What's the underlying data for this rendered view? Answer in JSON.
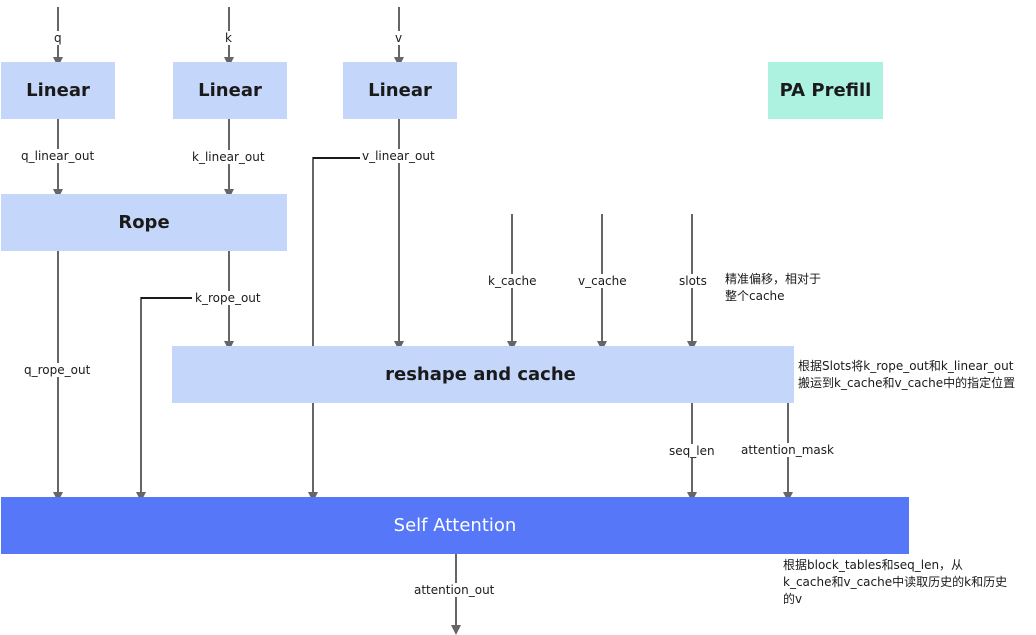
{
  "inputs": {
    "q": "q",
    "k": "k",
    "v": "v"
  },
  "boxes": {
    "linear_q": "Linear",
    "linear_k": "Linear",
    "linear_v": "Linear",
    "pa_prefill": "PA Prefill",
    "rope": "Rope",
    "reshape_cache": "reshape and cache",
    "self_attention": "Self Attention"
  },
  "edge_labels": {
    "q_linear_out": "q_linear_out",
    "k_linear_out": "k_linear_out",
    "v_linear_out": "v_linear_out",
    "k_cache": "k_cache",
    "v_cache": "v_cache",
    "slots": "slots",
    "k_rope_out": "k_rope_out",
    "q_rope_out": "q_rope_out",
    "seq_len": "seq_len",
    "attention_mask": "attention_mask",
    "attention_out": "attention_out"
  },
  "notes": {
    "slots_note_line1": "精准偏移，相对于",
    "slots_note_line2": "整个cache",
    "reshape_note_line1": "根据Slots将k_rope_out和k_linear_out",
    "reshape_note_line2": "搬运到k_cache和v_cache中的指定位置",
    "attn_note_line1": "根据block_tables和seq_len，从",
    "attn_note_line2": "k_cache和v_cache中读取历史的k和历史",
    "attn_note_line3": "的v"
  },
  "colors": {
    "light_box": "#c5d6fb",
    "pa_box": "#adf1e0",
    "attention_box": "#5577f8",
    "arrow": "#666666"
  }
}
